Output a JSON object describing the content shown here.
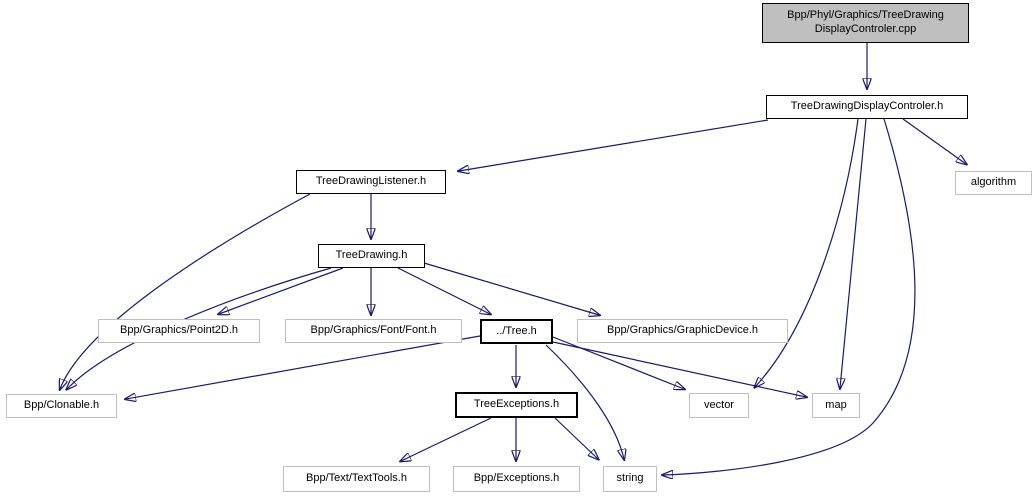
{
  "diagram": {
    "type": "include-dependency-graph",
    "edge_color": "#191970",
    "node_border_internal": "#000000",
    "node_border_external": "#bfbfbf",
    "current_node_fill": "#bfbfbf",
    "nodes": [
      {
        "id": "cpp",
        "label": "Bpp/Phyl/Graphics/TreeDrawing\nDisplayControler.cpp",
        "kind": "current"
      },
      {
        "id": "tddc",
        "label": "TreeDrawingDisplayControler.h",
        "kind": "internal"
      },
      {
        "id": "listener",
        "label": "TreeDrawingListener.h",
        "kind": "internal"
      },
      {
        "id": "algorithm",
        "label": "algorithm",
        "kind": "external"
      },
      {
        "id": "treedrawing",
        "label": "TreeDrawing.h",
        "kind": "internal"
      },
      {
        "id": "point2d",
        "label": "Bpp/Graphics/Point2D.h",
        "kind": "external"
      },
      {
        "id": "font",
        "label": "Bpp/Graphics/Font/Font.h",
        "kind": "external"
      },
      {
        "id": "tree",
        "label": "../Tree.h",
        "kind": "internal"
      },
      {
        "id": "graphicdevice",
        "label": "Bpp/Graphics/GraphicDevice.h",
        "kind": "external"
      },
      {
        "id": "clonable",
        "label": "Bpp/Clonable.h",
        "kind": "external"
      },
      {
        "id": "vector",
        "label": "vector",
        "kind": "external"
      },
      {
        "id": "map",
        "label": "map",
        "kind": "external"
      },
      {
        "id": "treeexceptions",
        "label": "TreeExceptions.h",
        "kind": "internal"
      },
      {
        "id": "texttools",
        "label": "Bpp/Text/TextTools.h",
        "kind": "external"
      },
      {
        "id": "exceptions",
        "label": "Bpp/Exceptions.h",
        "kind": "external"
      },
      {
        "id": "string",
        "label": "string",
        "kind": "external"
      }
    ],
    "edges": [
      {
        "from": "cpp",
        "to": "tddc"
      },
      {
        "from": "tddc",
        "to": "listener"
      },
      {
        "from": "tddc",
        "to": "algorithm"
      },
      {
        "from": "tddc",
        "to": "vector"
      },
      {
        "from": "tddc",
        "to": "map"
      },
      {
        "from": "tddc",
        "to": "string"
      },
      {
        "from": "listener",
        "to": "treedrawing"
      },
      {
        "from": "listener",
        "to": "clonable"
      },
      {
        "from": "treedrawing",
        "to": "point2d"
      },
      {
        "from": "treedrawing",
        "to": "clonable"
      },
      {
        "from": "treedrawing",
        "to": "font"
      },
      {
        "from": "treedrawing",
        "to": "tree"
      },
      {
        "from": "treedrawing",
        "to": "graphicdevice"
      },
      {
        "from": "tree",
        "to": "clonable"
      },
      {
        "from": "tree",
        "to": "treeexceptions"
      },
      {
        "from": "tree",
        "to": "vector"
      },
      {
        "from": "tree",
        "to": "map"
      },
      {
        "from": "tree",
        "to": "string"
      },
      {
        "from": "treeexceptions",
        "to": "texttools"
      },
      {
        "from": "treeexceptions",
        "to": "exceptions"
      },
      {
        "from": "treeexceptions",
        "to": "string"
      }
    ]
  }
}
